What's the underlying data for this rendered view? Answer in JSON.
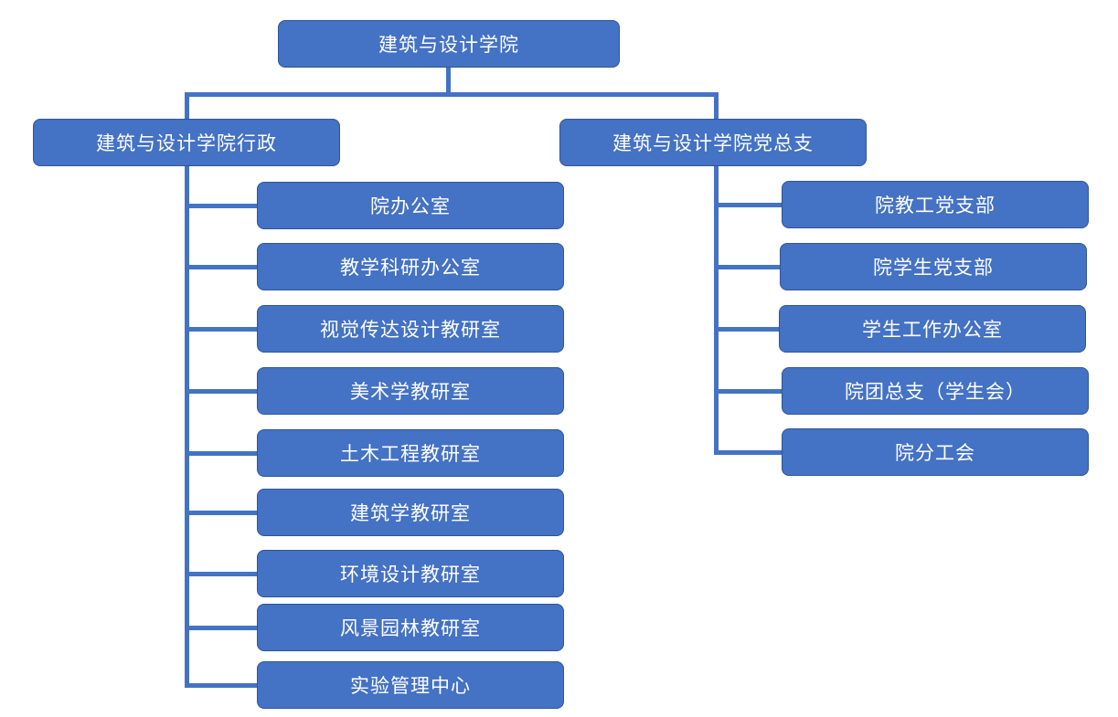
{
  "root": {
    "label": "建筑与设计学院"
  },
  "admin": {
    "label": "建筑与设计学院行政",
    "children": [
      "院办公室",
      "教学科研办公室",
      "视觉传达设计教研室",
      "美术学教研室",
      "土木工程教研室",
      "建筑学教研室",
      "环境设计教研室",
      "风景园林教研室",
      "实验管理中心"
    ]
  },
  "party": {
    "label": "建筑与设计学院党总支",
    "children": [
      "院教工党支部",
      "院学生党支部",
      "学生工作办公室",
      "院团总支（学生会）",
      "院分工会"
    ]
  },
  "colors": {
    "box_fill": "#4472c4",
    "box_border": "#2f5597",
    "connector": "#4472c4",
    "text": "#ffffff"
  }
}
